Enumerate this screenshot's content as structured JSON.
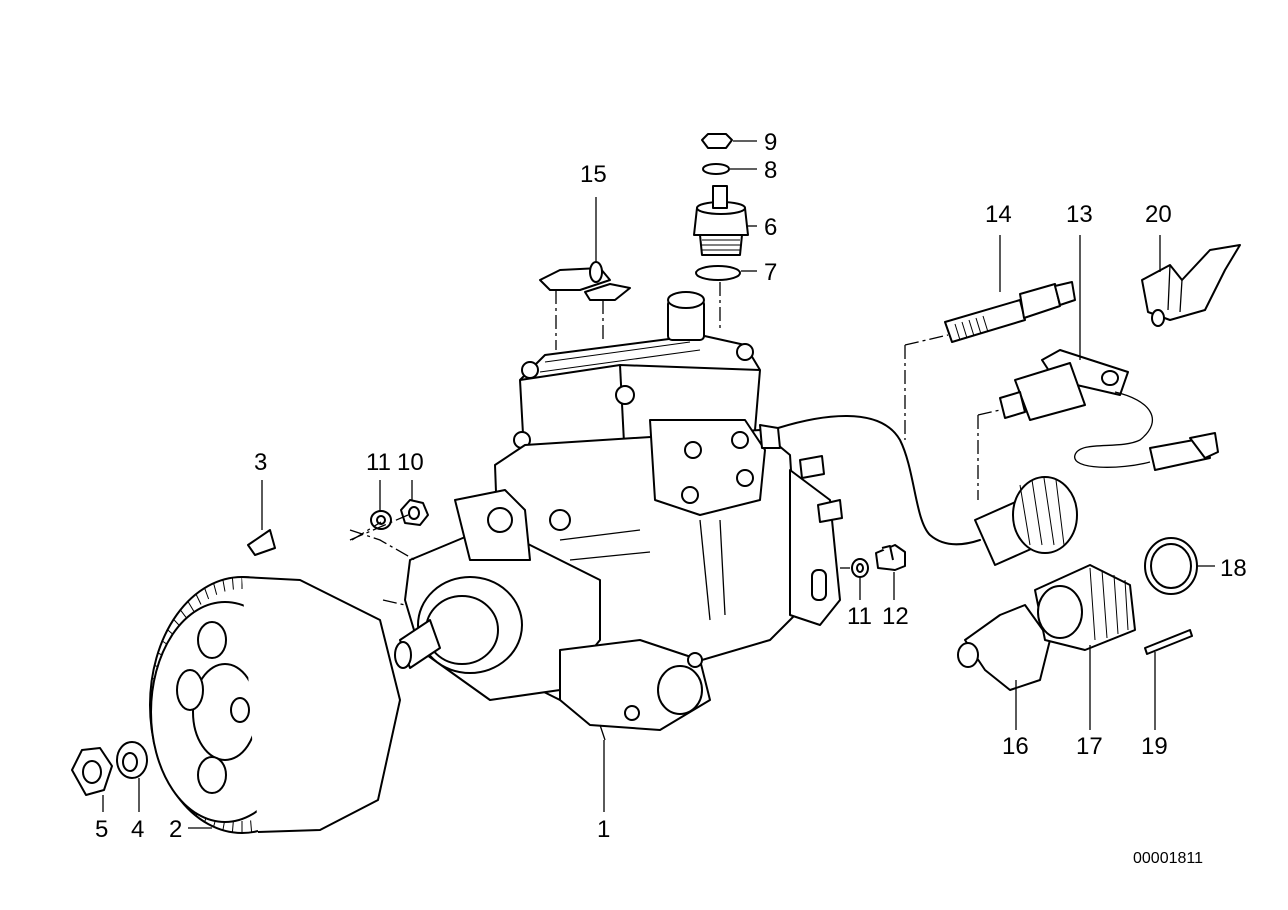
{
  "diagram": {
    "drawing_number": "00001811",
    "callouts": {
      "c1": "1",
      "c2": "2",
      "c3": "3",
      "c4": "4",
      "c5": "5",
      "c6": "6",
      "c7": "7",
      "c8": "8",
      "c9": "9",
      "c10": "10",
      "c11a": "11",
      "c11b": "11",
      "c12": "12",
      "c13": "13",
      "c14": "14",
      "c15": "15",
      "c16": "16",
      "c17": "17",
      "c18": "18",
      "c19": "19",
      "c20": "20"
    }
  }
}
